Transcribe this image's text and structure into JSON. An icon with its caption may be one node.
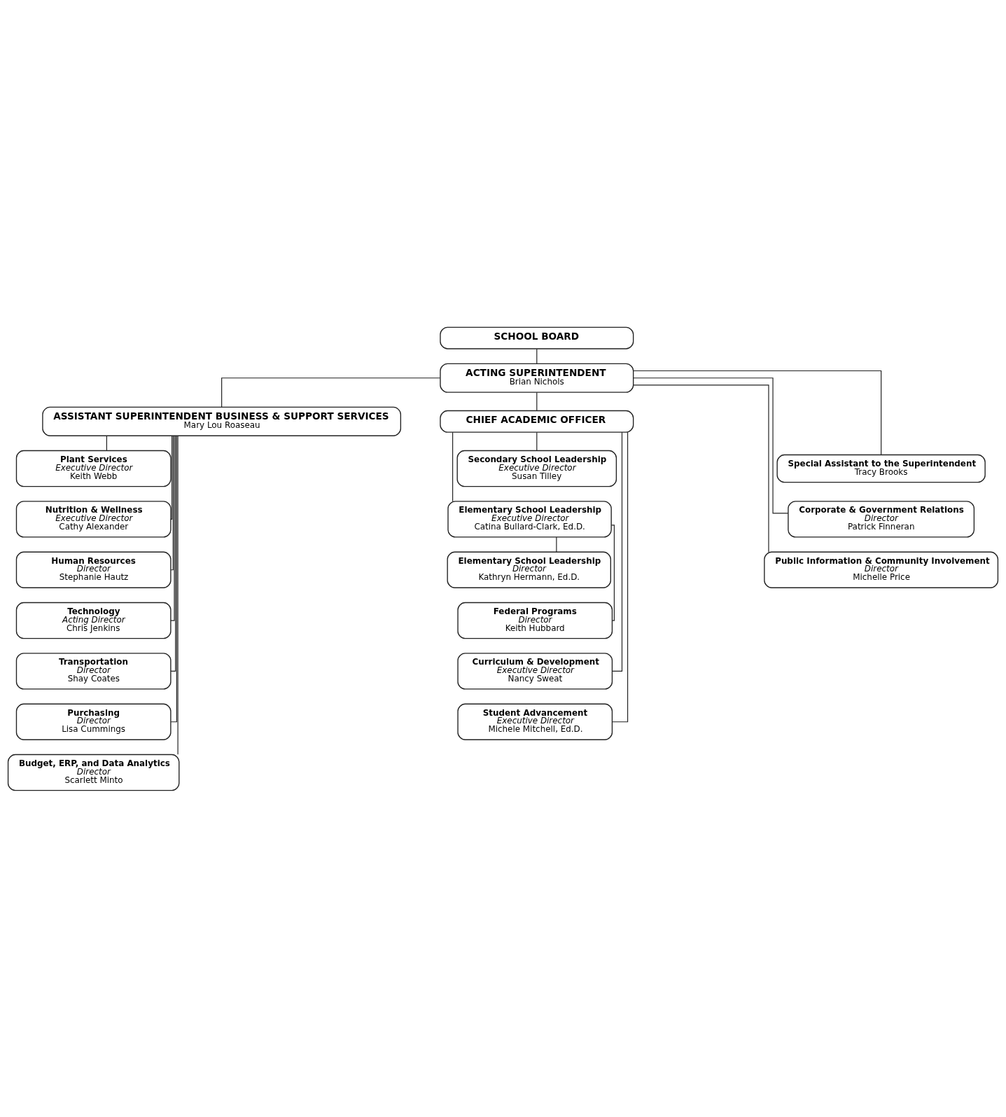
{
  "diagram": {
    "nodes": [
      {
        "text": [
          "SCHOOL BOARD"
        ]
      },
      {
        "text": [
          "ACTING SUPERINTENDENT",
          "Brian Nichols"
        ]
      },
      {
        "text": [
          "ASSISTANT SUPERINTENDENT BUSINESS & SUPPORT SERVICES",
          "Mary Lou Roaseau"
        ]
      },
      {
        "text": [
          "CHIEF ACADEMIC OFFICER"
        ]
      },
      {
        "text": [
          "Plant Services",
          "Executive Director",
          "Keith Webb"
        ]
      },
      {
        "text": [
          "Secondary School Leadership",
          "Executive Director",
          "Susan Tilley"
        ]
      },
      {
        "text": [
          "Special Assistant to the Superintendent",
          "Tracy Brooks"
        ]
      },
      {
        "text": [
          "Nutrition & Wellness",
          "Executive Director",
          "Cathy Alexander"
        ]
      },
      {
        "text": [
          "Elementary School Leadership",
          "Executive Director",
          "Catina Bullard-Clark, Ed.D."
        ]
      },
      {
        "text": [
          "Corporate & Government Relations",
          "Director",
          "Patrick Finneran"
        ]
      },
      {
        "text": [
          "Human Resources",
          "Director",
          "Stephanie Hautz"
        ]
      },
      {
        "text": [
          "Elementary School Leadership",
          "Director",
          "Kathryn Hermann, Ed.D."
        ]
      },
      {
        "text": [
          "Public Information & Community Involvement",
          "Director",
          "Michelle Price"
        ]
      },
      {
        "text": [
          "Technology",
          "Acting Director",
          "Chris Jenkins"
        ]
      },
      {
        "text": [
          "Federal Programs",
          "Director",
          "Keith Hubbard"
        ]
      },
      {
        "text": [
          "Transportation",
          "Director",
          "Shay Coates"
        ]
      },
      {
        "text": [
          "Curriculum & Development",
          "Executive Director",
          "Nancy Sweat"
        ]
      },
      {
        "text": [
          "Purchasing",
          "Director",
          "Lisa Cummings"
        ]
      },
      {
        "text": [
          "Student Advancement",
          "Executive Director",
          "Michele Mitchell, Ed.D."
        ]
      },
      {
        "text": [
          "Budget, ERP, and Data Analytics",
          "Director",
          "Scarlett Minto"
        ]
      }
    ],
    "edges": [
      {
        "from": 0,
        "to": 1,
        "arrow": "none"
      },
      {
        "from": 1,
        "to": 2,
        "arrow": "none"
      },
      {
        "from": 1,
        "to": 3,
        "arrow": "none"
      },
      {
        "from": 1,
        "to": 6,
        "arrow": "none"
      },
      {
        "from": 1,
        "to": 9,
        "arrow": "none"
      },
      {
        "from": 1,
        "to": 12,
        "arrow": "none"
      },
      {
        "from": 2,
        "to": 4,
        "arrow": "none"
      },
      {
        "from": 2,
        "to": 7,
        "arrow": "none"
      },
      {
        "from": 2,
        "to": 10,
        "arrow": "none"
      },
      {
        "from": 2,
        "to": 13,
        "arrow": "none"
      },
      {
        "from": 2,
        "to": 15,
        "arrow": "none"
      },
      {
        "from": 2,
        "to": 17,
        "arrow": "none"
      },
      {
        "from": 2,
        "to": 19,
        "arrow": "none"
      },
      {
        "from": 3,
        "to": 5,
        "arrow": "none"
      },
      {
        "from": 3,
        "to": 8,
        "arrow": "none"
      },
      {
        "from": 3,
        "to": 16,
        "arrow": "none"
      },
      {
        "from": 3,
        "to": 18,
        "arrow": "none"
      },
      {
        "from": 8,
        "to": 11,
        "arrow": "none"
      },
      {
        "from": 8,
        "to": 14,
        "arrow": "none"
      }
    ]
  }
}
